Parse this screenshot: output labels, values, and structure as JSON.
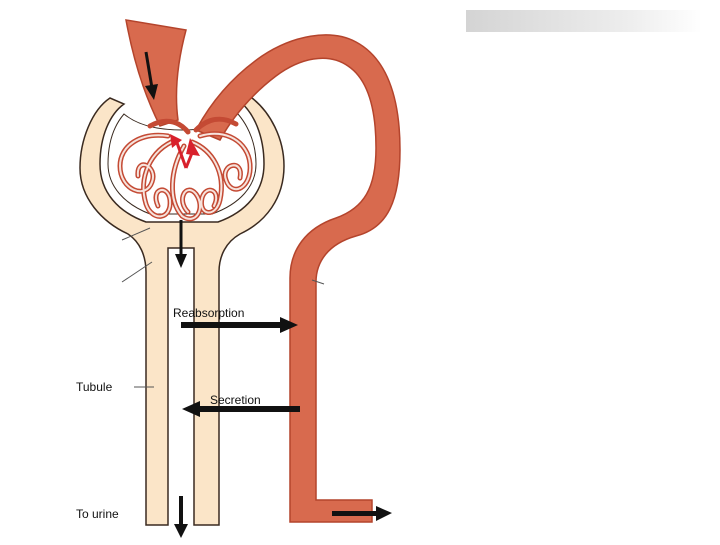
{
  "labels": {
    "reabsorption": "Reabsorption",
    "secretion": "Secretion",
    "tubule": "Tubule",
    "to_urine": "To urine"
  },
  "colors": {
    "vessel": "#d86a4e",
    "vessel_outline": "#b4442c",
    "capillary_fill": "#f6e3dc",
    "blood_arrow": "#d8202c",
    "tubule_fill": "#fbe5c8",
    "tubule_outline": "#3a2a20",
    "arrow": "#111111",
    "corner_bar": "#dcdcdc"
  }
}
